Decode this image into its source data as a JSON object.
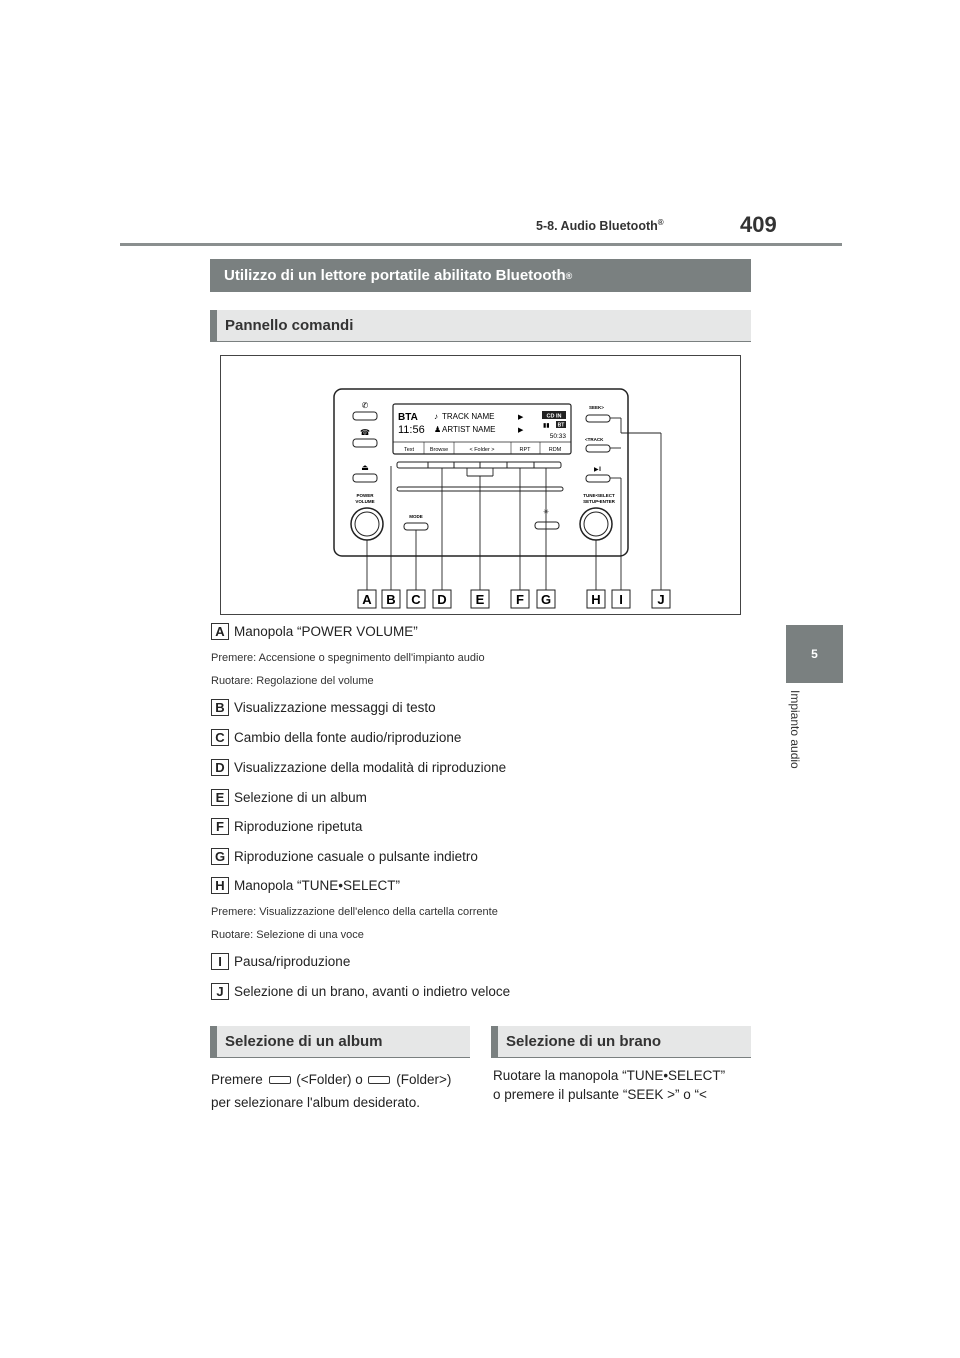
{
  "header": {
    "section": "5-8. Audio Bluetooth",
    "section_sup": "®",
    "page_number": "409"
  },
  "side_tab": {
    "chapter_number": "5",
    "chapter_label": "Impianto audio"
  },
  "main_banner": {
    "title": "Utilizzo di un lettore portatile abilitato Bluetooth",
    "sup": "®"
  },
  "sub_banner": {
    "title": "Pannello comandi"
  },
  "figure": {
    "display": {
      "source": "BTA",
      "time": "11:56",
      "track": "TRACK NAME",
      "artist": "ARTIST NAME",
      "badge_cd": "CD IN",
      "badge_bt": "BT",
      "elapsed": "50:33",
      "soft_keys": [
        "Text",
        "Browse",
        "< Folder >",
        "RPT",
        "RDM"
      ]
    },
    "left_labels": {
      "power": "POWER",
      "volume": "VOLUME",
      "mode": "MODE"
    },
    "right_labels": {
      "seek": "SEEK>",
      "track": "<TRACK",
      "tune": "TUNE•SELECT",
      "setup": "SETUP•ENTER"
    },
    "callouts": [
      "A",
      "B",
      "C",
      "D",
      "E",
      "F",
      "G",
      "H",
      "I",
      "J"
    ]
  },
  "items": [
    {
      "letter": "A",
      "text": "Manopola “POWER VOLUME”",
      "subs": [
        "Premere: Accensione o spegnimento dell'impianto audio",
        "Ruotare: Regolazione del volume"
      ]
    },
    {
      "letter": "B",
      "text": "Visualizzazione messaggi di testo"
    },
    {
      "letter": "C",
      "text": "Cambio della fonte audio/riproduzione"
    },
    {
      "letter": "D",
      "text": "Visualizzazione della modalità di riproduzione"
    },
    {
      "letter": "E",
      "text": "Selezione di un album"
    },
    {
      "letter": "F",
      "text": "Riproduzione ripetuta"
    },
    {
      "letter": "G",
      "text": "Riproduzione casuale o pulsante indietro"
    },
    {
      "letter": "H",
      "text": "Manopola “TUNE•SELECT”",
      "subs": [
        "Premere: Visualizzazione dell'elenco della cartella corrente",
        "Ruotare: Selezione di una voce"
      ]
    },
    {
      "letter": "I",
      "text": "Pausa/riproduzione"
    },
    {
      "letter": "J",
      "text": "Selezione di un brano, avanti o indietro veloce"
    }
  ],
  "album_section": {
    "title": "Selezione di un album",
    "line1_a": "Premere",
    "line1_b": "(<Folder) o",
    "line1_c": "(Folder>)",
    "line2": "per selezionare l'album desiderato."
  },
  "brano_section": {
    "title": "Selezione di un brano",
    "line1": "Ruotare la manopola “TUNE•SELECT”",
    "line2": "o premere il pulsante “SEEK >” o “<"
  },
  "colors": {
    "banner": "#7a8080",
    "banner_light": "#e6e7e7"
  }
}
